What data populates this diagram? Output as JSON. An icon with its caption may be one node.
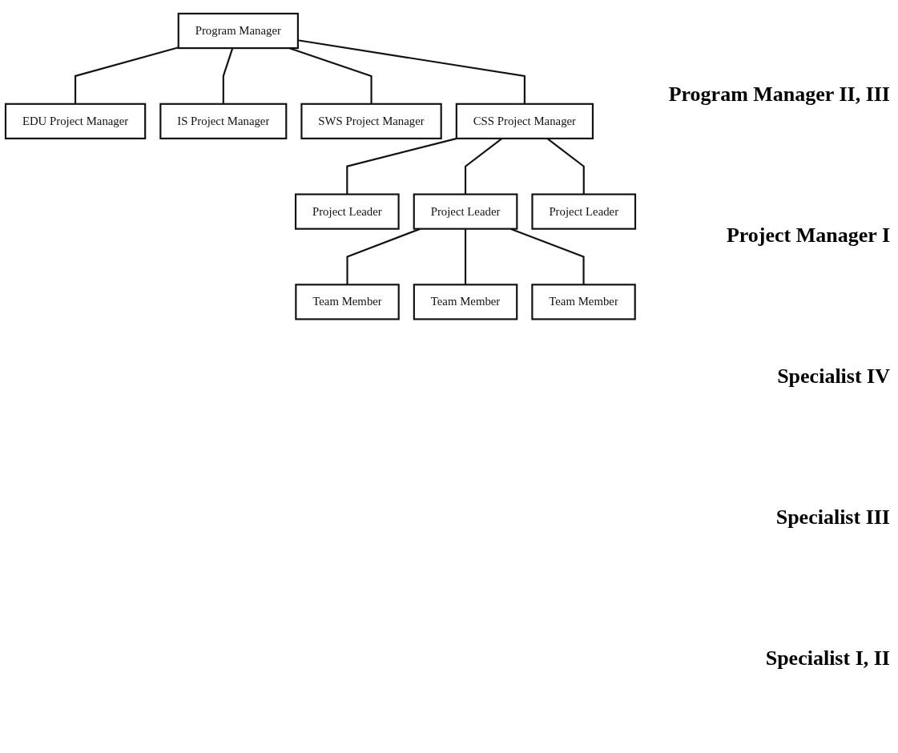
{
  "diagram": {
    "nodes": [
      {
        "text": [
          "Program Manager"
        ]
      },
      {
        "text": [
          "EDU Project Manager"
        ]
      },
      {
        "text": [
          "IS Project Manager"
        ]
      },
      {
        "text": [
          "SWS Project Manager"
        ]
      },
      {
        "text": [
          "CSS Project Manager"
        ]
      },
      {
        "text": [
          "Project Leader"
        ]
      },
      {
        "text": [
          "Project Leader"
        ]
      },
      {
        "text": [
          "Project Leader"
        ]
      },
      {
        "text": [
          "Team Member"
        ]
      },
      {
        "text": [
          "Team Member"
        ]
      },
      {
        "text": [
          "Team Member"
        ]
      }
    ],
    "edges": [
      {
        "from": 0,
        "to": 1,
        "arrow": "none"
      },
      {
        "from": 0,
        "to": 2,
        "arrow": "none"
      },
      {
        "from": 0,
        "to": 3,
        "arrow": "none"
      },
      {
        "from": 0,
        "to": 4,
        "arrow": "none"
      },
      {
        "from": 4,
        "to": 5,
        "arrow": "none"
      },
      {
        "from": 4,
        "to": 6,
        "arrow": "none"
      },
      {
        "from": 4,
        "to": 7,
        "arrow": "none"
      },
      {
        "from": 6,
        "to": 8,
        "arrow": "none"
      },
      {
        "from": 6,
        "to": 9,
        "arrow": "none"
      },
      {
        "from": 6,
        "to": 10,
        "arrow": "none"
      }
    ],
    "labels": [
      "Program Manager II, III",
      "Project Manager I",
      "Specialist IV",
      "Specialist III",
      "Specialist I, II"
    ]
  }
}
